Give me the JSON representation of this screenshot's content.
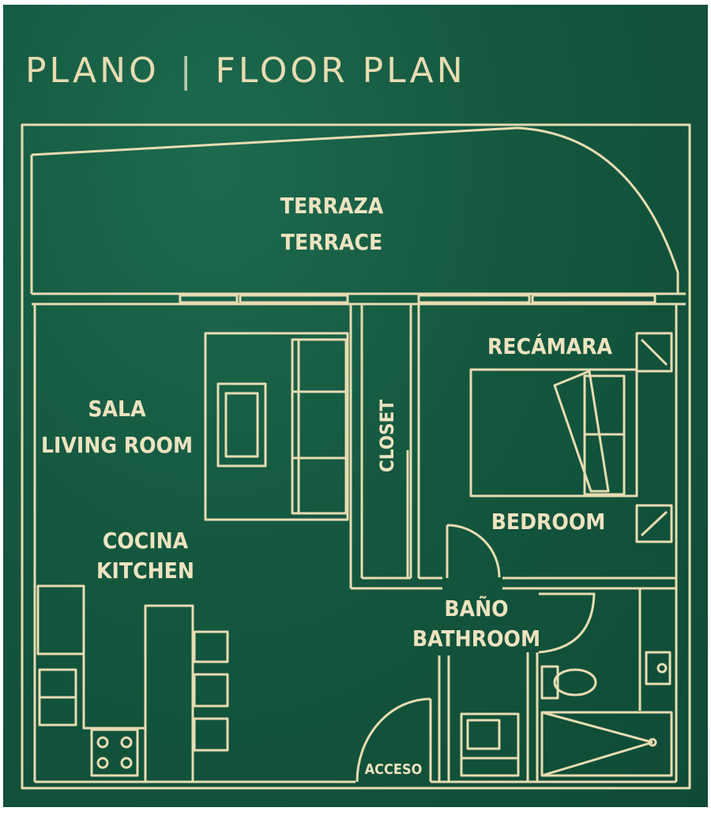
{
  "title": {
    "left": "PLANO",
    "separator": "|",
    "right": "FLOOR PLAN"
  },
  "rooms": {
    "terrace_es": "TERRAZA",
    "terrace_en": "TERRACE",
    "living_es": "SALA",
    "living_en": "LIVING ROOM",
    "closet": "CLOSET",
    "bedroom_es": "RECÁMARA",
    "bedroom_en": "BEDROOM",
    "kitchen_es": "COCINA",
    "kitchen_en": "KITCHEN",
    "bath_es": "BAÑO",
    "bath_en": "BATHROOM",
    "access": "ACCESO"
  },
  "colors": {
    "background": "#14573f",
    "lines": "#e8dcb0"
  }
}
